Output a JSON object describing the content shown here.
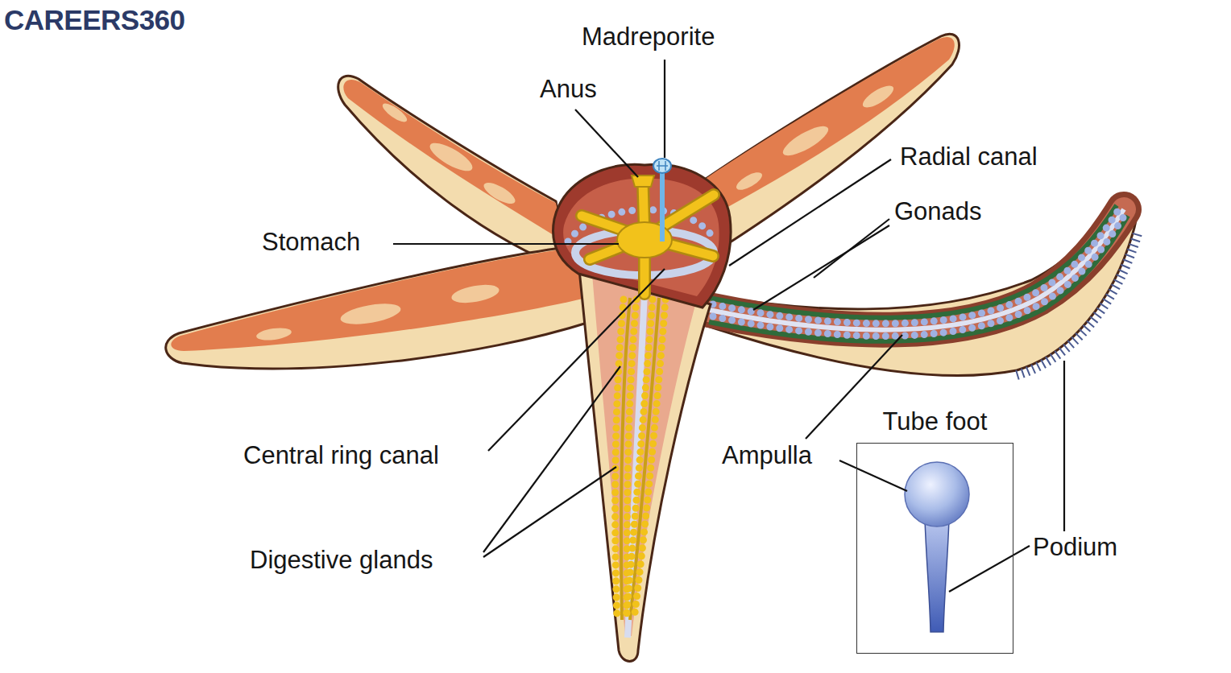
{
  "diagram": {
    "nodes": [
      {
        "text": [
          "Tube foot"
        ]
      }
    ],
    "labels": [
      "CAREERS360",
      "Madreporite",
      "Anus",
      "Radial canal",
      "Gonads",
      "Stomach",
      "Central ring canal",
      "Digestive glands",
      "Ampulla",
      "Podium"
    ]
  }
}
